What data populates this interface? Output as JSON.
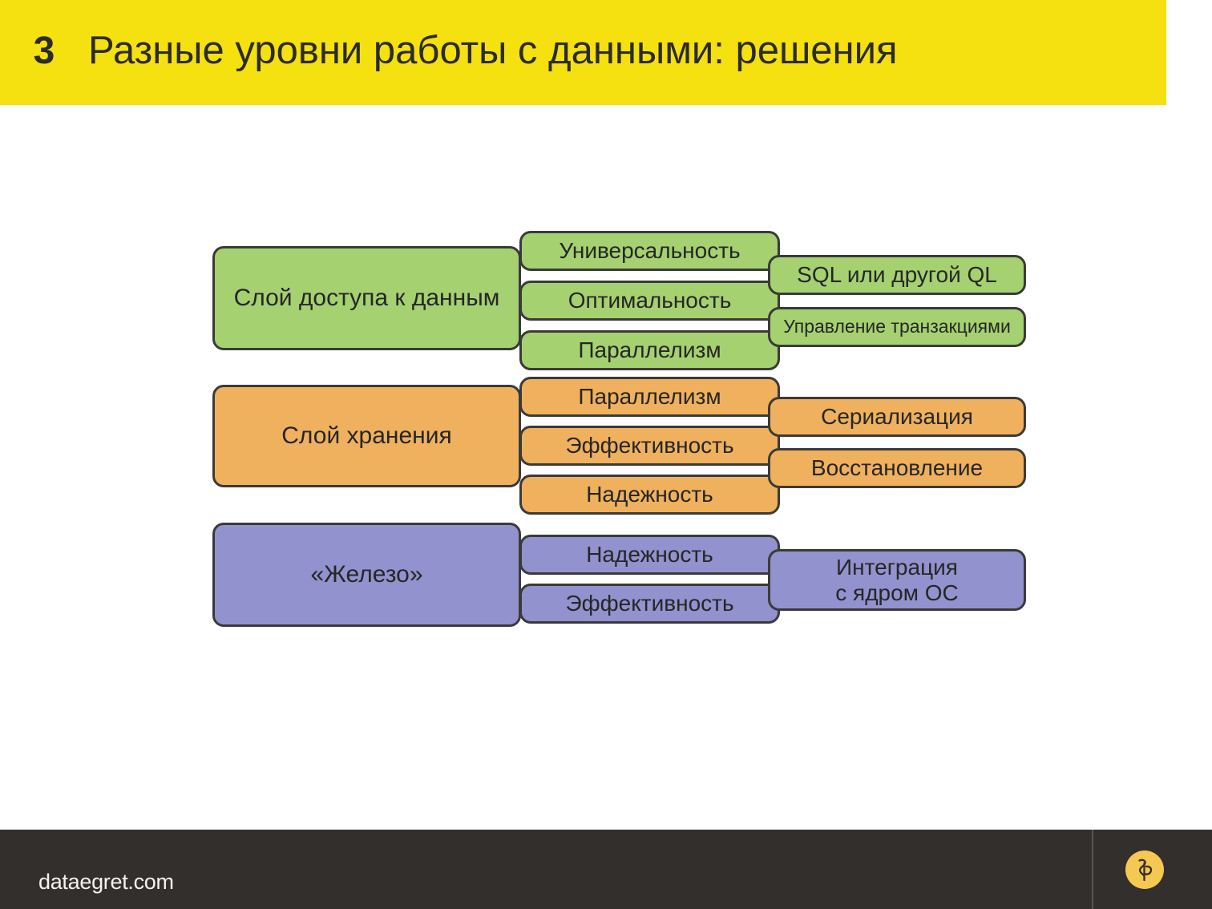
{
  "header": {
    "slide_number": "3",
    "title": "Разные уровни работы с данными: решения",
    "background_color": "#F5E010",
    "text_color": "#2b2b2b"
  },
  "diagram": {
    "type": "layered-block-diagram",
    "rows": [
      {
        "id": "data-access",
        "color": "#A5D171",
        "layer_label": "Слой доступа к данным",
        "properties": [
          "Универсальность",
          "Оптимальность",
          "Параллелизм"
        ],
        "solutions": [
          "SQL или другой QL",
          "Управление транзакциями"
        ]
      },
      {
        "id": "storage",
        "color": "#EFB15E",
        "layer_label": "Слой хранения",
        "properties": [
          "Параллелизм",
          "Эффективность",
          "Надежность"
        ],
        "solutions": [
          "Сериализация",
          "Восстановление"
        ]
      },
      {
        "id": "hardware",
        "color": "#9292CE",
        "layer_label": "«Железо»",
        "properties": [
          "Надежность",
          "Эффективность"
        ],
        "solutions": [
          "Интеграция\nс ядром ОС"
        ]
      }
    ]
  },
  "footer": {
    "url": "dataegret.com",
    "background_color": "#332F2D",
    "logo_name": "dataegret-logo",
    "logo_color": "#F5C851"
  }
}
